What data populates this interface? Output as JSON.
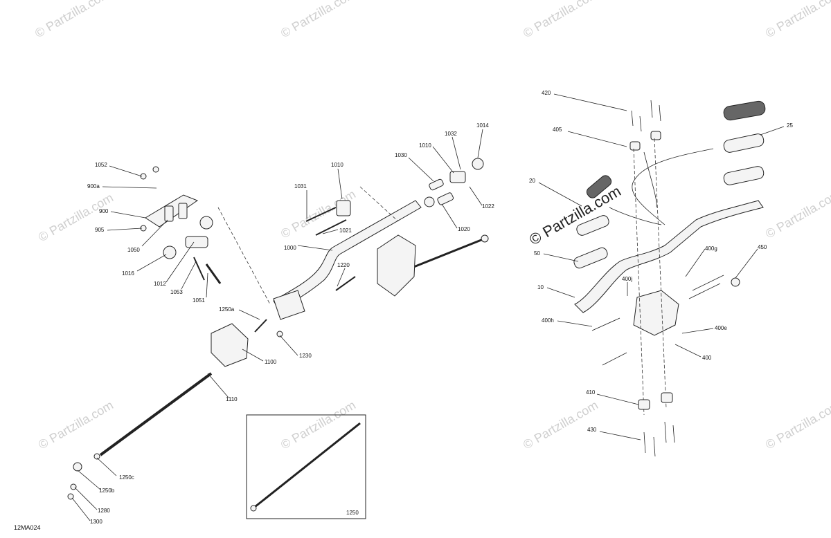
{
  "diagram": {
    "code": "12MA024",
    "watermark_text": "© Partzilla.com",
    "inset_label": "1250",
    "callouts": {
      "c420": "420",
      "c405": "405",
      "c25": "25",
      "c20": "20",
      "c50": "50",
      "c10": "10",
      "c400g": "400g",
      "c400j": "400j",
      "c400h": "400h",
      "c400e": "400e",
      "c400": "400",
      "c450": "450",
      "c410": "410",
      "c430": "430",
      "c1052": "1052",
      "c900a": "900a",
      "c900": "900",
      "c905": "905",
      "c1050": "1050",
      "c1016": "1016",
      "c1012": "1012",
      "c1053": "1053",
      "c1051": "1051",
      "c1031": "1031",
      "c1010a": "1010",
      "c1021": "1021",
      "c1000": "1000",
      "c1030": "1030",
      "c1010b": "1010",
      "c1032": "1032",
      "c1014": "1014",
      "c1022": "1022",
      "c1020": "1020",
      "c1220": "1220",
      "c1230": "1230",
      "c1250a": "1250a",
      "c1100": "1100",
      "c1110": "1110",
      "c1250c": "1250c",
      "c1250b": "1250b",
      "c1280": "1280",
      "c1300": "1300"
    }
  }
}
